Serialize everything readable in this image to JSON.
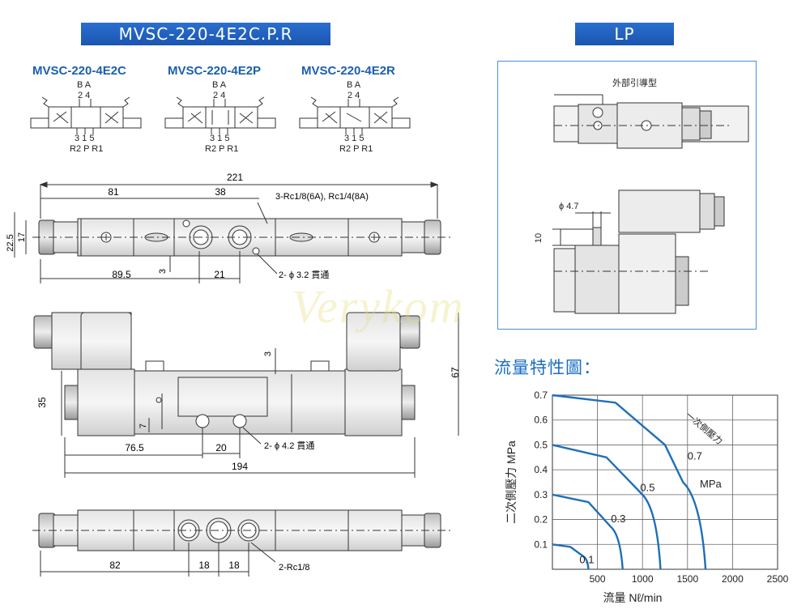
{
  "header": {
    "title": "MVSC-220-4E2C.P.R",
    "lp_title": "LP"
  },
  "variants": [
    {
      "model": "MVSC-220-4E2C",
      "ports_top": "B A",
      "ports_top_num": "2 4",
      "ports_bottom_num": "3 1 5",
      "ports_bottom": "R2 P R1"
    },
    {
      "model": "MVSC-220-4E2P",
      "ports_top": "B A",
      "ports_top_num": "2 4",
      "ports_bottom_num": "3 1 5",
      "ports_bottom": "R2 P R1"
    },
    {
      "model": "MVSC-220-4E2R",
      "ports_top": "B A",
      "ports_top_num": "2 4",
      "ports_bottom_num": "3 1 5",
      "ports_bottom": "R2 P R1"
    }
  ],
  "top_view": {
    "overall": "221",
    "d81": "81",
    "d38": "38",
    "port_note": "3-Rc1/8(6A), Rc1/4(8A)",
    "h22": "22.5",
    "h17": "17",
    "d3": "3",
    "d89": "89.5",
    "d21": "21",
    "hole_note": "2- ϕ 3.2 貫通"
  },
  "front_view": {
    "d3": "3",
    "d67": "67",
    "d35": "35",
    "d7": "7",
    "d76": "76.5",
    "d20": "20",
    "hole_note": "2- ϕ 4.2 貫通",
    "overall": "194"
  },
  "bottom_view": {
    "d82": "82",
    "d18a": "18",
    "d18b": "18",
    "port_note": "2-Rc1/8"
  },
  "lp": {
    "lead_label": "外部引導型",
    "d47": "ϕ 4.7",
    "d10": "10"
  },
  "flow": {
    "title": "流量特性圖：",
    "mpa_label": "MPa"
  },
  "watermark": "Verykom",
  "chart_data": {
    "type": "line",
    "title": "流量特性圖：",
    "xlabel": "流量 Nℓ/min",
    "ylabel": "二次側壓力 MPa",
    "xlim": [
      0,
      2500
    ],
    "ylim": [
      0,
      0.7
    ],
    "x_ticks": [
      "500",
      "1000",
      "1500",
      "2000",
      "2500"
    ],
    "y_ticks": [
      "0.1",
      "0.2",
      "0.3",
      "0.4",
      "0.5",
      "0.6",
      "0.7"
    ],
    "grid": true,
    "annotation": "一次側壓力",
    "annotation_unit": "MPa",
    "series": [
      {
        "name": "0.1",
        "x": [
          0,
          200,
          350,
          400
        ],
        "y": [
          0.1,
          0.09,
          0.05,
          0
        ]
      },
      {
        "name": "0.3",
        "x": [
          0,
          400,
          650,
          780
        ],
        "y": [
          0.3,
          0.27,
          0.17,
          0
        ]
      },
      {
        "name": "0.5",
        "x": [
          0,
          600,
          1000,
          1200
        ],
        "y": [
          0.5,
          0.45,
          0.3,
          0
        ]
      },
      {
        "name": "0.7",
        "x": [
          0,
          700,
          1250,
          1450,
          1700
        ],
        "y": [
          0.7,
          0.67,
          0.5,
          0.35,
          0
        ]
      }
    ]
  }
}
